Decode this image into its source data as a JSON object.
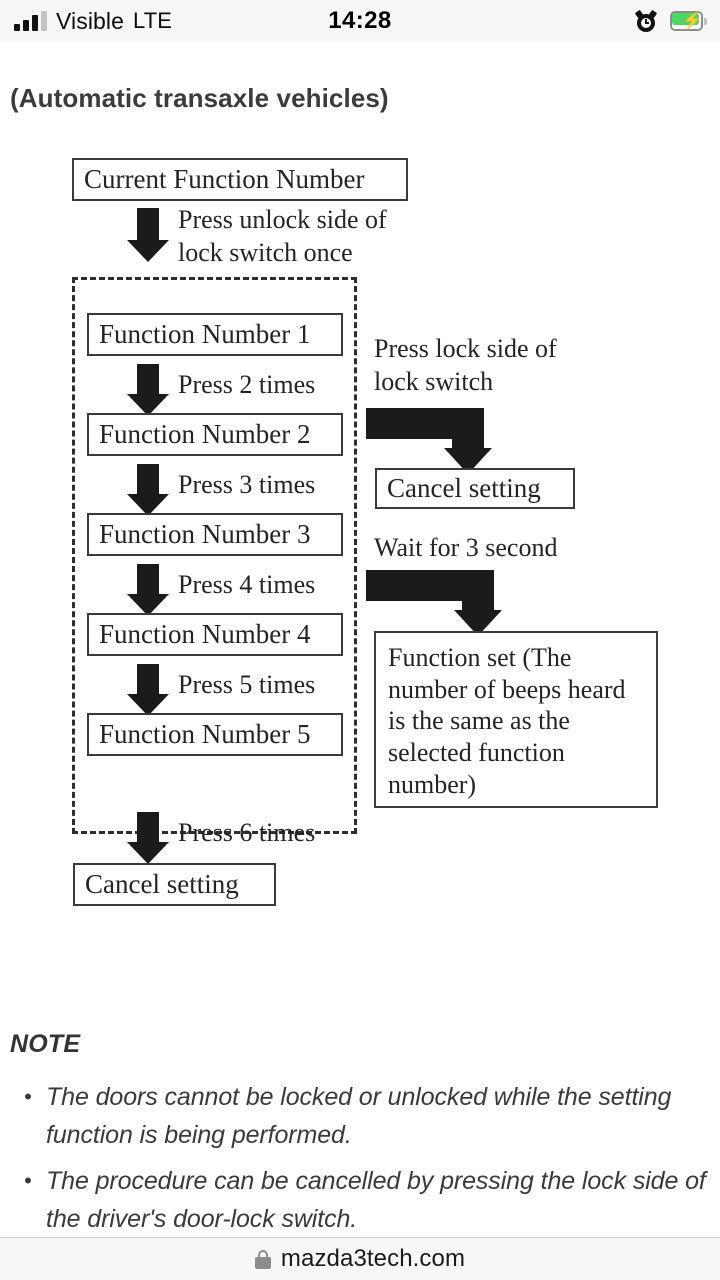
{
  "statusbar": {
    "carrier": "Visible",
    "network": "LTE",
    "time": "14:28",
    "signal_icon": "signal-bars-icon",
    "alarm_icon": "alarm-clock-icon",
    "battery_icon": "battery-charging-icon",
    "battery_color": "#4cd763"
  },
  "page": {
    "title": "(Automatic transaxle vehicles)"
  },
  "flowchart": {
    "top_box": "Current Function Number",
    "top_arrow_label": "Press unlock side of\nlock switch once",
    "steps": [
      {
        "box": "Function Number 1",
        "arrow_label": "Press 2 times"
      },
      {
        "box": "Function Number 2",
        "arrow_label": "Press 3 times"
      },
      {
        "box": "Function Number 3",
        "arrow_label": "Press 4 times"
      },
      {
        "box": "Function Number 4",
        "arrow_label": "Press 5 times"
      },
      {
        "box": "Function Number 5",
        "arrow_label": ""
      }
    ],
    "exit_arrow_label": "Press 6 times",
    "bottom_box": "Cancel setting",
    "right_branch_1": {
      "label": "Press lock side of\nlock switch",
      "box": "Cancel setting"
    },
    "right_branch_2": {
      "label": "Wait for 3 second",
      "box": "Function set (The number of beeps heard is the same as the selected function number)"
    }
  },
  "note": {
    "heading": "NOTE",
    "bullet": "•",
    "items": [
      "The doors cannot be locked or unlocked while the setting function is being performed.",
      "The procedure can be cancelled by pressing the lock side of the driver's door-lock switch."
    ]
  },
  "bottombar": {
    "lock_icon": "lock-icon",
    "url": "mazda3tech.com"
  }
}
